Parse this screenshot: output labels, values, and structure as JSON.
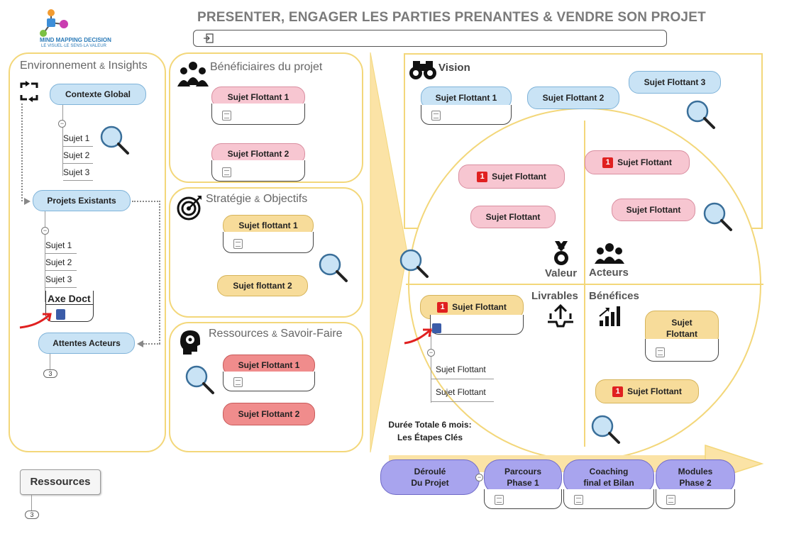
{
  "title": "PRESENTER, ENGAGER LES PARTIES PRENANTES & VENDRE SON PROJET",
  "logo": {
    "line1": "MIND MAPPING DECISION",
    "line2": "LE VISUEL·LE SENS·LA VALEUR"
  },
  "left_panel": {
    "title_part1": "Environnement",
    "title_amp": "&",
    "title_part2": "Insights",
    "contexte": "Contexte Global",
    "contexte_subs": [
      "Sujet 1",
      "Sujet 2",
      "Sujet 3"
    ],
    "projets": "Projets Existants",
    "projets_subs": [
      "Sujet 1",
      "Sujet 2",
      "Sujet 3"
    ],
    "axe": "Axe Doct",
    "attentes": "Attentes Acteurs",
    "attentes_count": "3"
  },
  "ressources": {
    "label": "Ressources",
    "count": "3"
  },
  "beneficiaires": {
    "title": "Bénéficiaires du projet",
    "items": [
      "Sujet Flottant 1",
      "Sujet Flottant 2"
    ]
  },
  "strategie": {
    "title_part1": "Stratégie",
    "title_amp": "&",
    "title_part2": "Objectifs",
    "items": [
      "Sujet flottant 1",
      "Sujet flottant 2"
    ]
  },
  "ressources_savoir": {
    "title_part1": "Ressources",
    "title_amp": "&",
    "title_part2": "Savoir-Faire",
    "items": [
      "Sujet Flottant 1",
      "Sujet Flottant 2"
    ]
  },
  "vision": {
    "title": "Vision",
    "items": [
      "Sujet Flottant 1",
      "Sujet Flottant 2",
      "Sujet Flottant 3"
    ]
  },
  "valeur": {
    "label": "Valeur",
    "items": [
      "Sujet Flottant",
      "Sujet Flottant"
    ],
    "badge": "1"
  },
  "acteurs": {
    "label": "Acteurs",
    "items": [
      "Sujet Flottant",
      "Sujet Flottant"
    ],
    "badge": "1"
  },
  "livrables": {
    "label": "Livrables",
    "main": "Sujet Flottant",
    "badge": "1",
    "subs": [
      "Sujet Flottant",
      "Sujet Flottant"
    ]
  },
  "benefices": {
    "label": "Bénéfices",
    "item1_line1": "Sujet",
    "item1_line2": "Flottant",
    "item2": "Sujet Flottant",
    "badge": "1"
  },
  "duree": {
    "line1": "Durée Totale 6 mois:",
    "line2": "Les Étapes Clés"
  },
  "timeline": [
    {
      "line1": "Déroulé",
      "line2": "Du Projet"
    },
    {
      "line1": "Parcours",
      "line2": "Phase 1"
    },
    {
      "line1": "Coaching",
      "line2": "final et Bilan"
    },
    {
      "line1": "Modules",
      "line2": "Phase 2"
    }
  ],
  "colors": {
    "panel_border": "#f3d77a",
    "blue": "#c9e3f5",
    "pink": "#f7c6d1",
    "yellow": "#f7dc9a",
    "red": "#f08c8c",
    "purple": "#a8a4ee"
  }
}
